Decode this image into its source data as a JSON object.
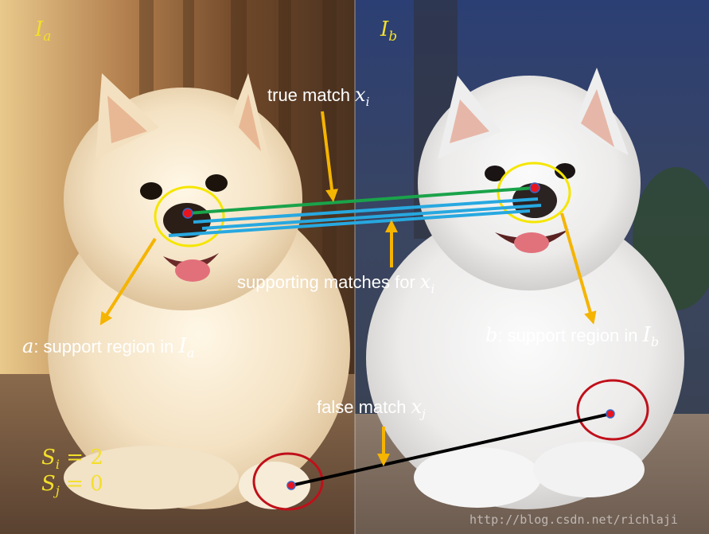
{
  "images": {
    "left_label": "I",
    "left_sub": "a",
    "right_label": "I",
    "right_sub": "b"
  },
  "labels": {
    "true_match_text": "true match ",
    "true_match_var": "x",
    "true_match_sub": "i",
    "supporting_text": "supporting matches for ",
    "supporting_var": "x",
    "supporting_sub": "i",
    "false_match_text": "false match ",
    "false_match_var": "x",
    "false_match_sub": "j",
    "region_a_var": "a",
    "region_a_text": ": support region in ",
    "region_a_img": "I",
    "region_a_sub": "a",
    "region_b_var": "b",
    "region_b_text": ": support region in ",
    "region_b_img": "I",
    "region_b_sub": "b"
  },
  "scores": {
    "si_var": "S",
    "si_sub": "i",
    "si_eq": " = 2",
    "sj_var": "S",
    "sj_sub": "j",
    "sj_eq": " = 0"
  },
  "watermark": "http://blog.csdn.net/richlaji",
  "colors": {
    "true_match_line": "#1aa34a",
    "support_lines": "#27a8e0",
    "false_match_line": "#000000",
    "arrow": "#f5b400",
    "support_circle": "#f5e600",
    "false_circle": "#c0101a",
    "keypoint": "#e8151f"
  }
}
